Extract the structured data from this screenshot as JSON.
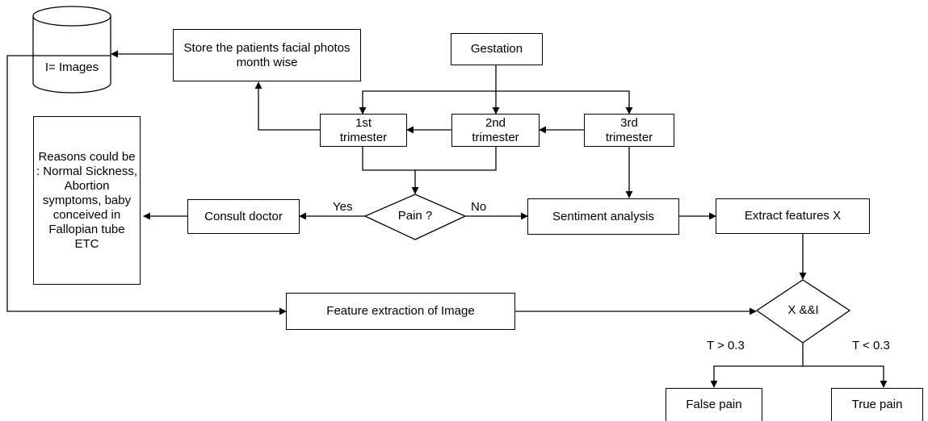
{
  "nodes": {
    "images_db": "I= Images",
    "store_photos": "Store the patients facial photos month wise",
    "gestation": "Gestation",
    "trimester_1": "1st trimester",
    "trimester_2": "2nd trimester",
    "trimester_3": "3rd trimester",
    "reasons": "Reasons could be : Normal Sickness, Abortion symptoms, baby conceived in Fallopian tube ETC",
    "consult_doctor": "Consult doctor",
    "pain_decision": "Pain ?",
    "sentiment_analysis": "Sentiment analysis",
    "extract_features": "Extract features X",
    "feature_extraction_image": "Feature extraction of Image",
    "combine_decision": "X &&I",
    "false_pain": "False pain",
    "true_pain": "True pain"
  },
  "edge_labels": {
    "yes": "Yes",
    "no": "No",
    "threshold_high": "T > 0.3",
    "threshold_low": "T < 0.3"
  }
}
